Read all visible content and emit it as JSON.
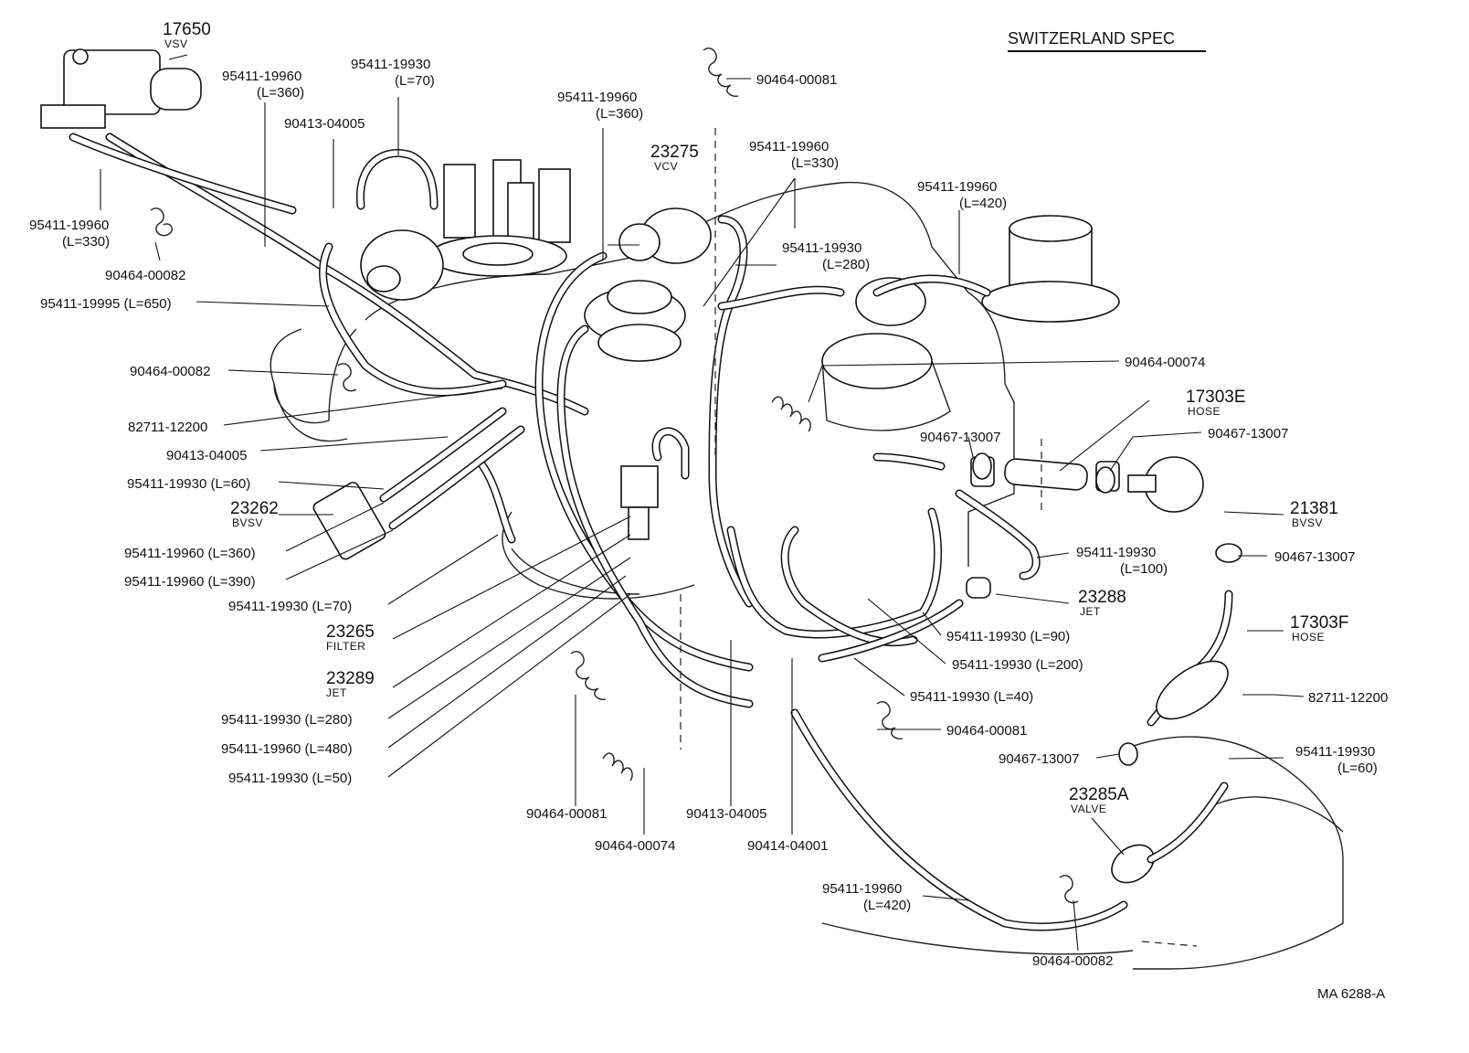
{
  "title": "SWITZERLAND SPEC",
  "footer_code": "MA  6288-A",
  "labels": [
    {
      "id": "vsv",
      "num": "17650",
      "sub": "VSV"
    },
    {
      "id": "p1",
      "text": "95411-19960",
      "sub": "(L=360)"
    },
    {
      "id": "p2",
      "text": "95411-19930",
      "sub": "(L=70)"
    },
    {
      "id": "p3",
      "text": "90413-04005"
    },
    {
      "id": "p4",
      "text": "95411-19960",
      "sub": "(L=330)"
    },
    {
      "id": "p5",
      "text": "90464-00082"
    },
    {
      "id": "p6",
      "text": "95411-19995 (L=650)"
    },
    {
      "id": "p7",
      "text": "95411-19960",
      "sub": "(L=360)"
    },
    {
      "id": "vcv",
      "num": "23275",
      "sub": "VCV"
    },
    {
      "id": "p8",
      "text": "90464-00081"
    },
    {
      "id": "p9",
      "text": "95411-19960",
      "sub": "(L=330)"
    },
    {
      "id": "p10",
      "text": "95411-19960",
      "sub": "(L=420)"
    },
    {
      "id": "p11",
      "text": "95411-19930",
      "sub": "(L=280)"
    },
    {
      "id": "p12",
      "text": "90464-00082"
    },
    {
      "id": "p13",
      "text": "90464-00074"
    },
    {
      "id": "p14",
      "text": "82711-12200"
    },
    {
      "id": "hose-e",
      "num": "17303E",
      "sub": "HOSE"
    },
    {
      "id": "p15",
      "text": "90413-04005"
    },
    {
      "id": "p16",
      "text": "90467-13007"
    },
    {
      "id": "p17",
      "text": "90467-13007"
    },
    {
      "id": "p18",
      "text": "95411-19930 (L=60)"
    },
    {
      "id": "bvsv1",
      "num": "23262",
      "sub": "BVSV"
    },
    {
      "id": "bvsv2",
      "num": "21381",
      "sub": "BVSV"
    },
    {
      "id": "p19",
      "text": "95411-19960 (L=360)"
    },
    {
      "id": "p20",
      "text": "95411-19930",
      "sub": "(L=100)"
    },
    {
      "id": "p21",
      "text": "90467-13007"
    },
    {
      "id": "p22",
      "text": "95411-19960 (L=390)"
    },
    {
      "id": "p23",
      "text": "95411-19930 (L=70)"
    },
    {
      "id": "jet1",
      "num": "23288",
      "sub": "JET"
    },
    {
      "id": "hose-f",
      "num": "17303F",
      "sub": "HOSE"
    },
    {
      "id": "filter",
      "num": "23265",
      "sub": "FILTER"
    },
    {
      "id": "p24",
      "text": "95411-19930 (L=90)"
    },
    {
      "id": "jet2",
      "num": "23289",
      "sub": "JET"
    },
    {
      "id": "p25",
      "text": "95411-19930 (L=200)"
    },
    {
      "id": "p26",
      "text": "82711-12200"
    },
    {
      "id": "p27",
      "text": "95411-19930 (L=280)"
    },
    {
      "id": "p28",
      "text": "95411-19930 (L=40)"
    },
    {
      "id": "p29",
      "text": "90464-00081"
    },
    {
      "id": "p30",
      "text": "95411-19960 (L=480)"
    },
    {
      "id": "p31",
      "text": "90467-13007"
    },
    {
      "id": "p32",
      "text": "95411-19930",
      "sub": "(L=60)"
    },
    {
      "id": "p33",
      "text": "95411-19930 (L=50)"
    },
    {
      "id": "valve",
      "num": "23285A",
      "sub": "VALVE"
    },
    {
      "id": "p34",
      "text": "90464-00081"
    },
    {
      "id": "p35",
      "text": "90413-04005"
    },
    {
      "id": "p36",
      "text": "90464-00074"
    },
    {
      "id": "p37",
      "text": "90414-04001"
    },
    {
      "id": "p38",
      "text": "95411-19960",
      "sub": "(L=420)"
    },
    {
      "id": "p39",
      "text": "90464-00082"
    }
  ]
}
